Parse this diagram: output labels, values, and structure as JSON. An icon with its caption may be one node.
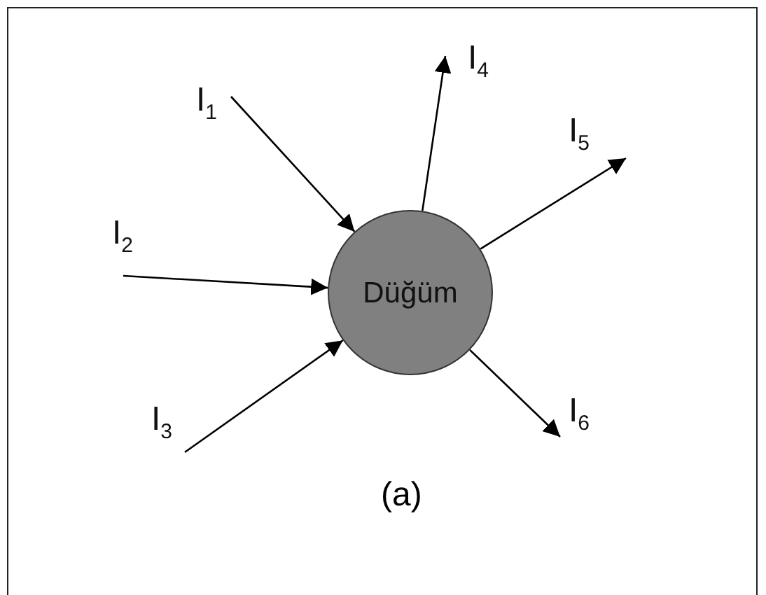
{
  "diagram": {
    "caption": "(a)",
    "nodes": [
      {
        "text": [
          "Düğüm"
        ]
      },
      {
        "text": [
          "I$_{1}$"
        ]
      },
      {
        "text": [
          "I$_{2}$"
        ]
      },
      {
        "text": [
          "I$_{3}$"
        ]
      },
      {
        "text": [
          "I$_{4}$"
        ]
      },
      {
        "text": [
          "I$_{5}$"
        ]
      },
      {
        "text": [
          "I$_{6}$"
        ]
      }
    ],
    "edges": [
      {
        "from": 1,
        "to": 0,
        "arrow": "to"
      },
      {
        "from": 2,
        "to": 0,
        "arrow": "to"
      },
      {
        "from": 3,
        "to": 0,
        "arrow": "to"
      },
      {
        "from": 0,
        "to": 4,
        "arrow": "to"
      },
      {
        "from": 0,
        "to": 5,
        "arrow": "to"
      },
      {
        "from": 0,
        "to": 6,
        "arrow": "to"
      }
    ]
  }
}
